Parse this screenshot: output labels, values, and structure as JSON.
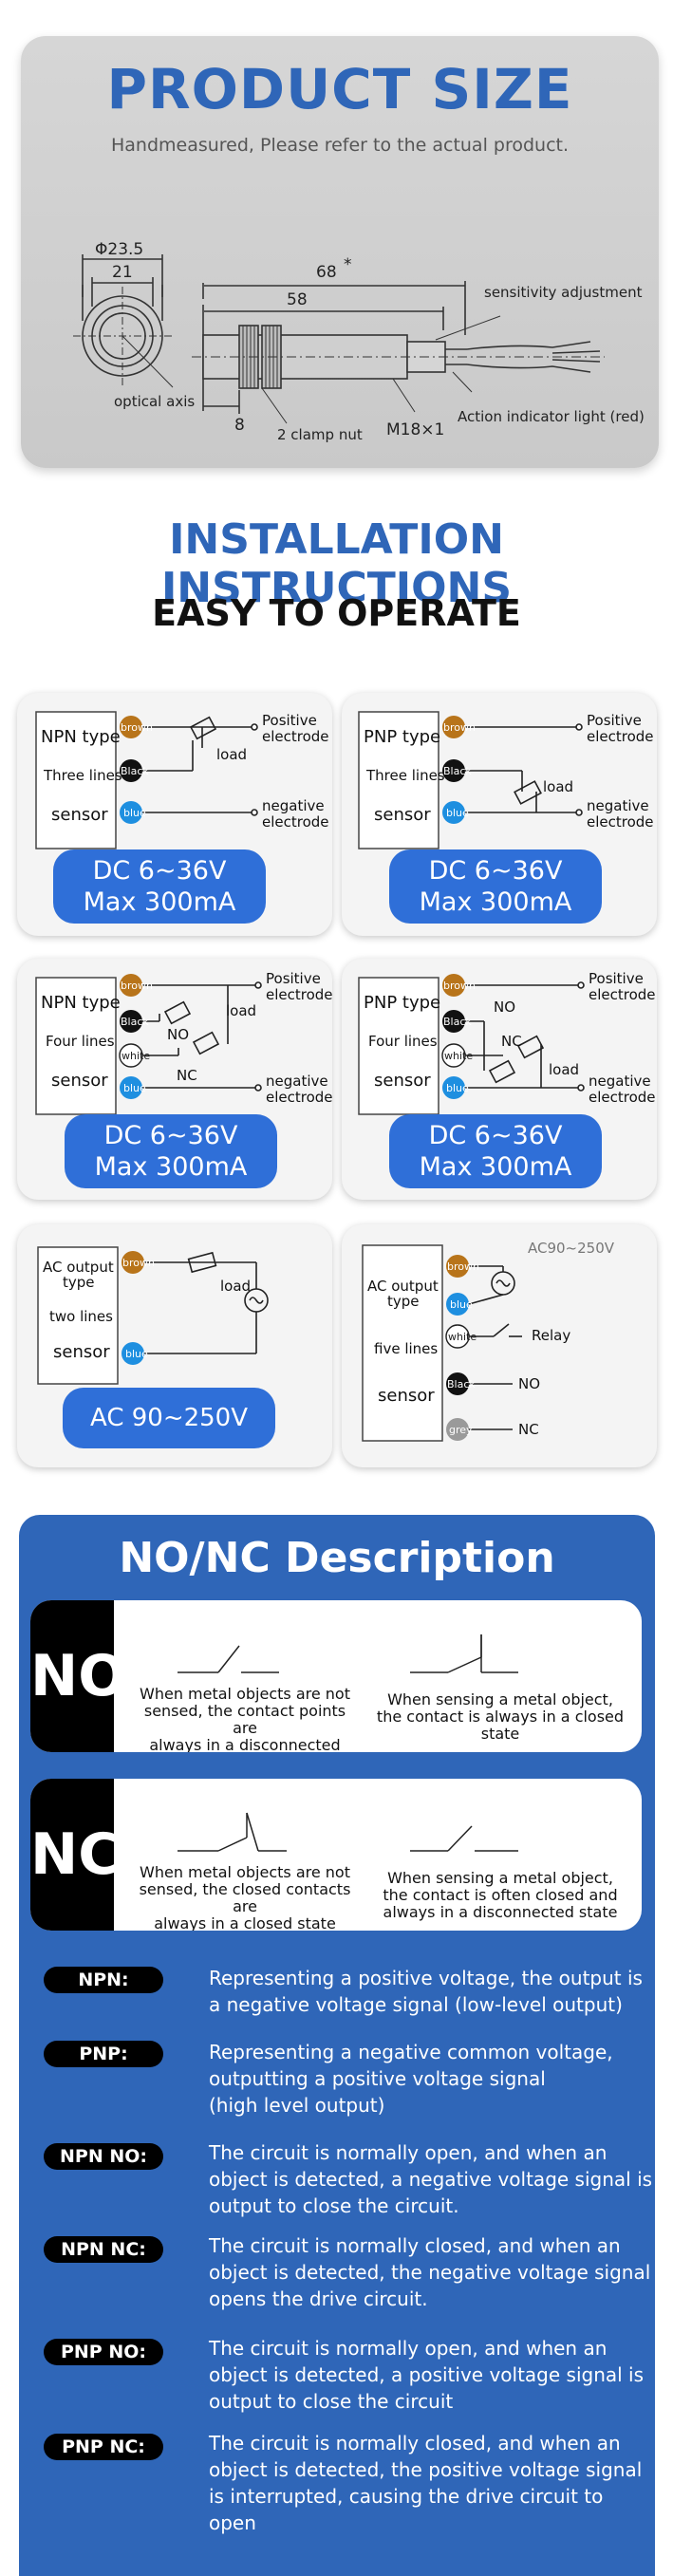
{
  "size": {
    "title": "PRODUCT SIZE",
    "subtitle": "Handmeasured, Please refer to the actual product.",
    "dims": {
      "dia_outer": "Φ23.5",
      "dia_inner": "21",
      "len_total": "68",
      "len_total_mark": "*",
      "len_thread": "58",
      "nut_width": "8",
      "thread": "M18×1"
    },
    "labels": {
      "sensitivity": "sensitivity adjustment",
      "optical_axis": "optical axis",
      "clamp_nut": "2 clamp nut",
      "indicator": "Action indicator light (red)"
    }
  },
  "install": {
    "title": "INSTALLATION INSTRUCTIONS",
    "subtitle": "EASY TO OPERATE",
    "common": {
      "positive": "Positive",
      "negative": "negative",
      "electrode": "electrode",
      "load": "load",
      "sensor": "sensor",
      "wire_brown": "brown",
      "wire_black": "Black",
      "wire_blue": "blue",
      "wire_white": "white",
      "wire_grey": "grey",
      "no": "NO",
      "nc": "NC"
    },
    "cards": [
      {
        "type_label": "NPN type",
        "lines_label": "Three lines",
        "spec_line1": "DC    6~36V",
        "spec_line2": "Max    300mA"
      },
      {
        "type_label": "PNP type",
        "lines_label": "Three lines",
        "spec_line1": "DC    6~36V",
        "spec_line2": "Max    300mA"
      },
      {
        "type_label": "NPN type",
        "lines_label": "Four lines",
        "spec_line1": "DC    6~36V",
        "spec_line2": "Max    300mA"
      },
      {
        "type_label": "PNP type",
        "lines_label": "Four lines",
        "spec_line1": "DC    6~36V",
        "spec_line2": "Max    300mA"
      },
      {
        "type_label_1": "AC output",
        "type_label_2": "type",
        "lines_label": "two lines",
        "spec_line1": "AC 90~250V"
      },
      {
        "type_label_1": "AC output",
        "type_label_2": "type",
        "lines_label": "five lines",
        "supply": "AC90~250V",
        "relay": "Relay"
      }
    ]
  },
  "nonc": {
    "title": "NO/NC Description",
    "no": {
      "tag": "NO",
      "cap_left": [
        "When metal objects are not",
        "sensed, the contact points are",
        "always in a disconnected state"
      ],
      "cap_right": [
        "When sensing a metal object,",
        "the contact is always in a closed",
        "state"
      ]
    },
    "nc": {
      "tag": "NC",
      "cap_left": [
        "When metal objects are not",
        "sensed, the closed contacts are",
        "always in a closed state"
      ],
      "cap_right": [
        "When sensing a metal object,",
        "the contact is often closed and",
        "always in a disconnected state"
      ]
    },
    "terms": [
      {
        "label": "NPN:",
        "lines": [
          "Representing a positive voltage, the output is",
          "a negative voltage signal (low-level output)"
        ]
      },
      {
        "label": "PNP:",
        "lines": [
          "Representing a negative common voltage,",
          "outputting a positive voltage signal",
          "(high level output)"
        ]
      },
      {
        "label": "NPN NO:",
        "lines": [
          "The circuit is normally open, and when an",
          "object is detected, a negative voltage signal is",
          "output to close the circuit."
        ]
      },
      {
        "label": "NPN NC:",
        "lines": [
          "The circuit is normally closed, and when an",
          "object is detected, the negative voltage signal",
          "opens the drive circuit."
        ]
      },
      {
        "label": "PNP NO:",
        "lines": [
          " The circuit is normally open, and when an",
          "object is detected, a positive voltage signal is",
          "output to close the circuit"
        ]
      },
      {
        "label": "PNP NC:",
        "lines": [
          "The circuit is normally closed, and when an",
          "object is detected, the positive voltage signal",
          "is interrupted, causing the drive circuit to",
          "open"
        ]
      }
    ]
  },
  "colors": {
    "brand_blue": "#2f66b8",
    "pill_blue": "#2f6fd8",
    "wire_brown": "#b8741a",
    "wire_blue": "#1e8fe0",
    "wire_black": "#111111",
    "wire_grey": "#9a9a9a"
  }
}
